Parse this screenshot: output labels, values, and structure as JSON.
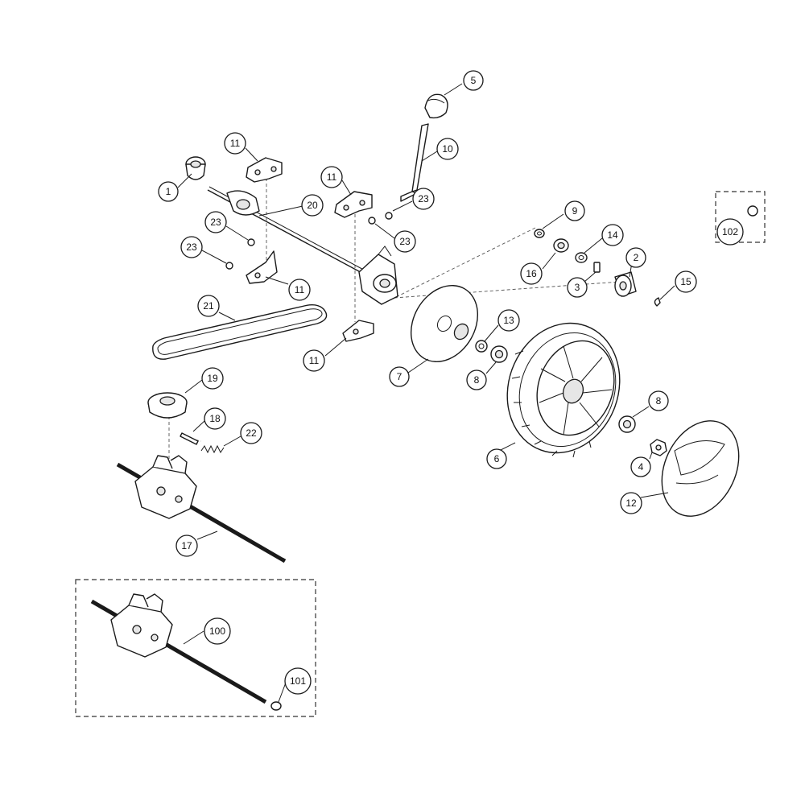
{
  "callouts": [
    {
      "id": "c1",
      "label": "1"
    },
    {
      "id": "c2",
      "label": "2"
    },
    {
      "id": "c3",
      "label": "3"
    },
    {
      "id": "c4",
      "label": "4"
    },
    {
      "id": "c5",
      "label": "5"
    },
    {
      "id": "c6",
      "label": "6"
    },
    {
      "id": "c7",
      "label": "7"
    },
    {
      "id": "c8a",
      "label": "8"
    },
    {
      "id": "c8b",
      "label": "8"
    },
    {
      "id": "c9",
      "label": "9"
    },
    {
      "id": "c10",
      "label": "10"
    },
    {
      "id": "c11a",
      "label": "11"
    },
    {
      "id": "c11b",
      "label": "11"
    },
    {
      "id": "c11c",
      "label": "11"
    },
    {
      "id": "c11d",
      "label": "11"
    },
    {
      "id": "c12",
      "label": "12"
    },
    {
      "id": "c13",
      "label": "13"
    },
    {
      "id": "c14",
      "label": "14"
    },
    {
      "id": "c15",
      "label": "15"
    },
    {
      "id": "c16",
      "label": "16"
    },
    {
      "id": "c17",
      "label": "17"
    },
    {
      "id": "c18",
      "label": "18"
    },
    {
      "id": "c19",
      "label": "19"
    },
    {
      "id": "c20",
      "label": "20"
    },
    {
      "id": "c21",
      "label": "21"
    },
    {
      "id": "c22",
      "label": "22"
    },
    {
      "id": "c23a",
      "label": "23"
    },
    {
      "id": "c23b",
      "label": "23"
    },
    {
      "id": "c23c",
      "label": "23"
    },
    {
      "id": "c23d",
      "label": "23"
    },
    {
      "id": "c100",
      "label": "100"
    },
    {
      "id": "c101",
      "label": "101"
    },
    {
      "id": "c102",
      "label": "102"
    }
  ]
}
